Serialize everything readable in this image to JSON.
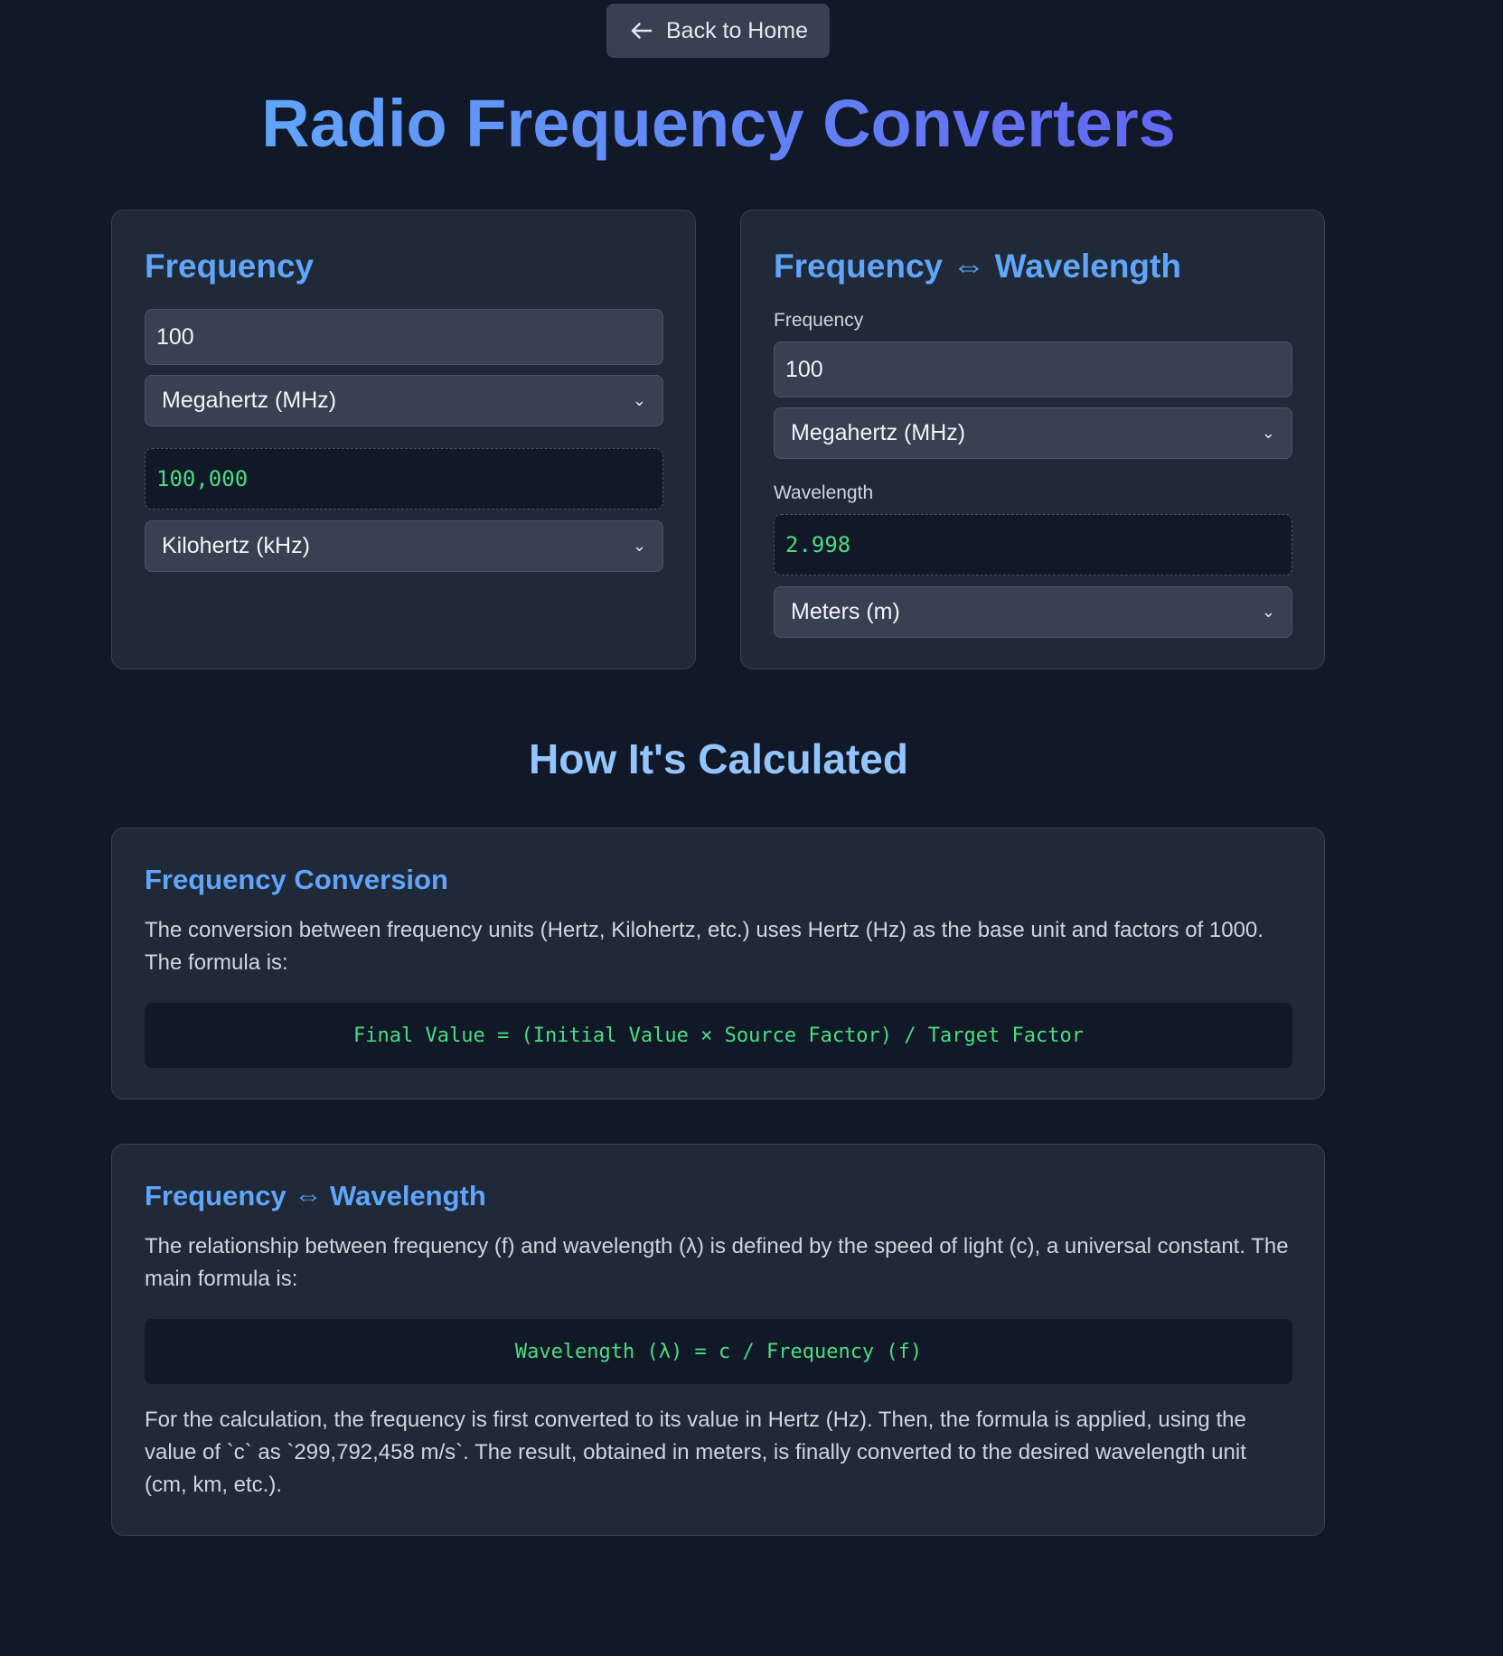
{
  "nav": {
    "back_label": "Back to Home"
  },
  "page_title": "Radio Frequency Converters",
  "frequency_card": {
    "title": "Frequency",
    "input_value": "100",
    "from_unit": "Megahertz (MHz)",
    "output_value": "100,000",
    "to_unit": "Kilohertz (kHz)"
  },
  "wavelength_card": {
    "title": "Frequency ⇔ Wavelength",
    "frequency_label": "Frequency",
    "frequency_value": "100",
    "frequency_unit": "Megahertz (MHz)",
    "wavelength_label": "Wavelength",
    "wavelength_value": "2.998",
    "wavelength_unit": "Meters (m)"
  },
  "how": {
    "title": "How It's Calculated",
    "conversion": {
      "title": "Frequency Conversion",
      "text": "The conversion between frequency units (Hertz, Kilohertz, etc.) uses Hertz (Hz) as the base unit and factors of 1000. The formula is:",
      "formula": "Final Value = (Initial Value × Source Factor) / Target Factor"
    },
    "wavelength": {
      "title": "Frequency ⇔ Wavelength",
      "text": "The relationship between frequency (f) and wavelength (λ) is defined by the speed of light (c), a universal constant. The main formula is:",
      "formula": "Wavelength (λ) = c / Frequency (f)",
      "note": "For the calculation, the frequency is first converted to its value in Hertz (Hz). Then, the formula is applied, using the value of `c` as `299,792,458 m/s`. The result, obtained in meters, is finally converted to the desired wavelength unit (cm, km, etc.)."
    }
  }
}
